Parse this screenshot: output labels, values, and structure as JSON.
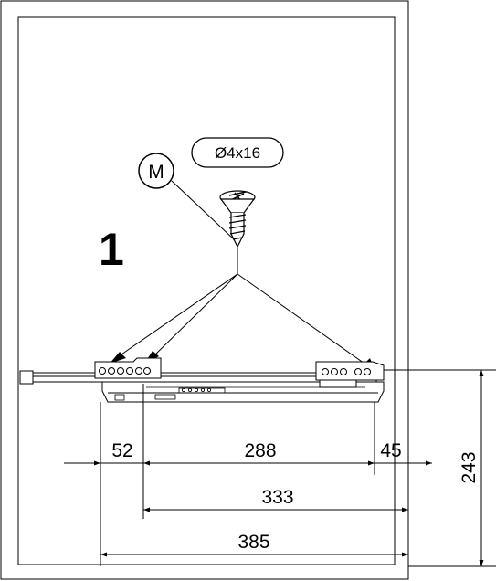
{
  "step_number": "1",
  "screw": {
    "badge_letter": "M",
    "spec": "Ø4x16",
    "icon": "countersunk-screw-icon"
  },
  "dimensions": {
    "left_offset": "52",
    "rail_length": "288",
    "right_offset": "45",
    "height": "243",
    "mid_length": "333",
    "overall_width": "385"
  },
  "colors": {
    "line": "#000000",
    "frame": "#000000",
    "background": "#ffffff"
  }
}
